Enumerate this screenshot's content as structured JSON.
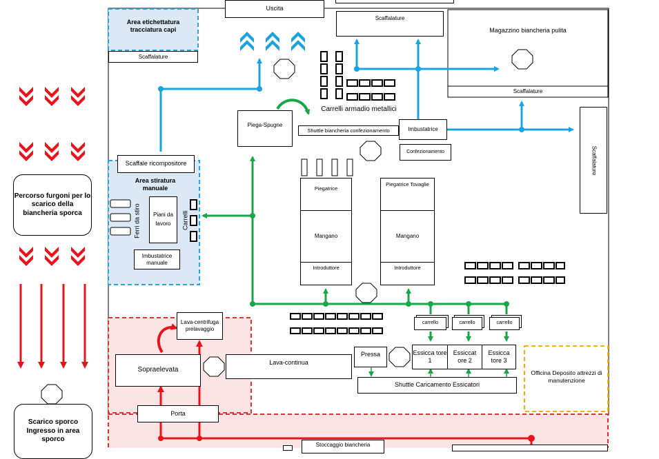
{
  "colors": {
    "dirty_route": "#e8141c",
    "finished_route": "#1ba3e0",
    "process_route": "#19a64a",
    "clean_zone_fill": "#dbe8f5",
    "clean_zone_border": "#2aa1e0",
    "dirty_zone_fill": "#fde4e4",
    "dirty_zone_border": "#e03030",
    "maintenance_border": "#f0b400"
  },
  "labels": {
    "exit": "Uscita",
    "shelves": "Scaffalature",
    "labeling_area": "Area etichettatura tracciatura capi",
    "clean_storage": "Magazzino biancheria pulita",
    "metal_carts": "Carrelli armadio metallici",
    "sponge_folder": "Piega-Spugne",
    "shuttle_packaged": "Shuttle biancheria confezionamento",
    "bagging": "Imbustatrice",
    "packaging": "Confezionamento",
    "recompositor_shelf": "Scaffale ricompositore",
    "manual_ironing": "Area stiratura manuale",
    "irons": "Ferri da stiro",
    "work_tables": "Piani da lavoro",
    "carts": "Carrelli",
    "manual_bagging": "Imbustatrice manuale",
    "folder": "Piegatrice",
    "folder_towels": "Piegatrice Tovaglie",
    "ironer": "Mangano",
    "feeder": "Introduttore",
    "cart": "carrello",
    "dryer_1": "Essicca tore 1",
    "dryer_2": "Essiccat ore 2",
    "dryer_3": "Essicca tore 3",
    "press": "Pressa",
    "dryer_shuttle": "Shuttle Caricamento Essicatori",
    "workshop": "Officina Deposito attrezzi di manutenzione",
    "prewash": "Lava-centrifuga prelavaggio",
    "raised": "Sopraelevata",
    "tunnel_washer": "Lava-continua",
    "door": "Porta",
    "van_route": "Percorso furgoni per lo scarico della biancheria sporca",
    "dirty_unload": "Scarico sporco Ingresso in area sporco",
    "dirty_storage": "Stoccaggio biancheria"
  }
}
